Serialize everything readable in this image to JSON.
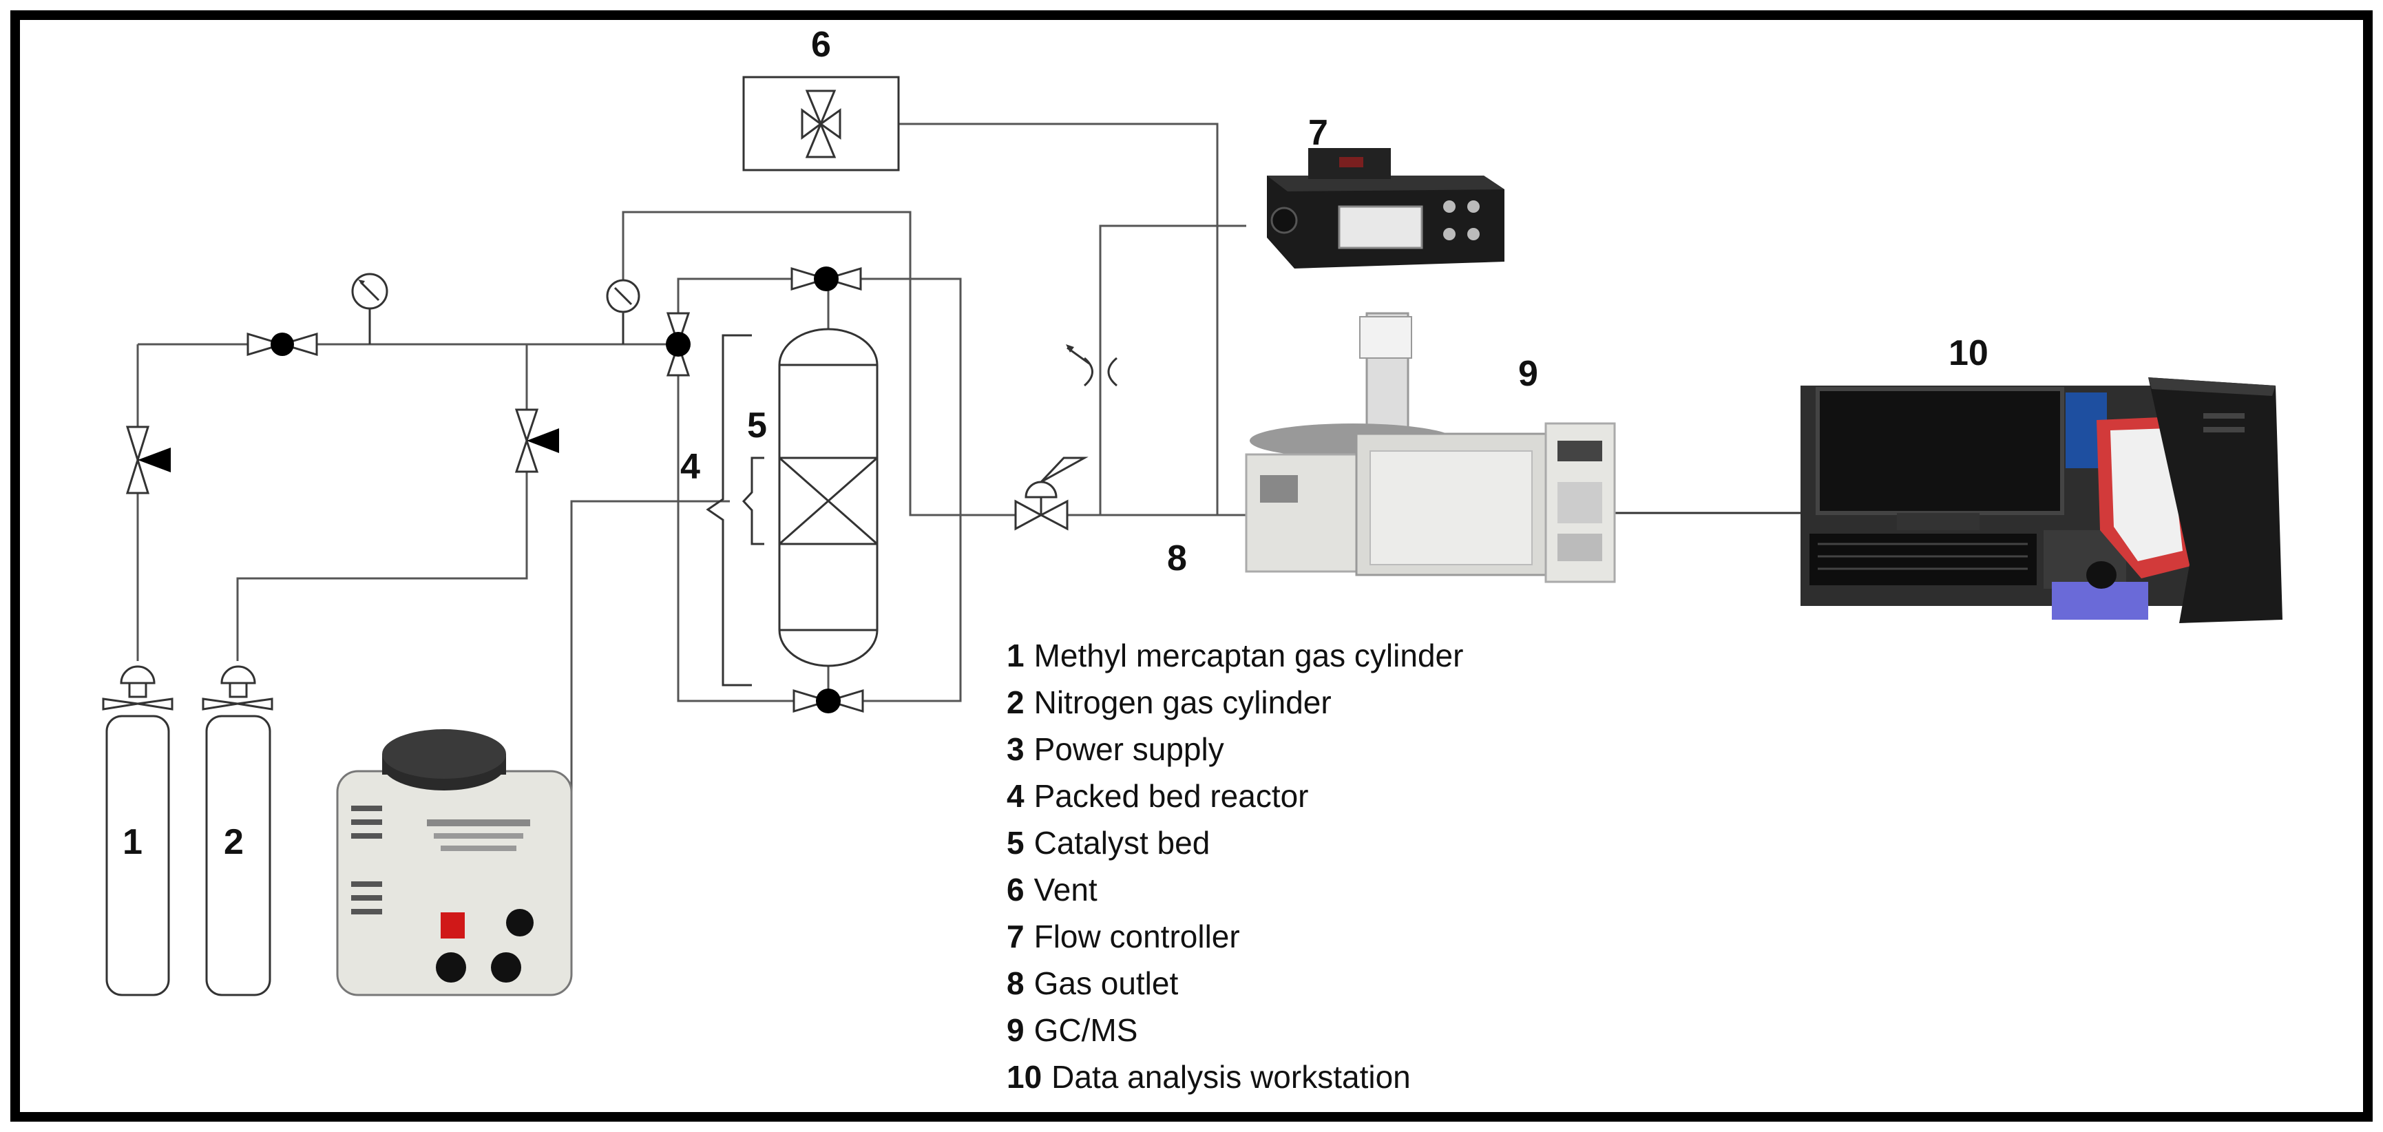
{
  "labels": {
    "cyl1": "1",
    "cyl2": "2",
    "reactor": "4",
    "catalyst": "5",
    "vent": "6",
    "flow_ctrl": "7",
    "outlet": "8",
    "gcms": "9",
    "workstation": "10"
  },
  "legend": [
    {
      "num": "1",
      "text": "Methyl mercaptan gas cylinder"
    },
    {
      "num": "2",
      "text": "Nitrogen gas cylinder"
    },
    {
      "num": "3",
      "text": "Power supply"
    },
    {
      "num": "4",
      "text": "Packed bed reactor"
    },
    {
      "num": "5",
      "text": "Catalyst bed"
    },
    {
      "num": "6",
      "text": "Vent"
    },
    {
      "num": "7",
      "text": "Flow controller"
    },
    {
      "num": "8",
      "text": "Gas outlet"
    },
    {
      "num": "9",
      "text": "GC/MS"
    },
    {
      "num": "10",
      "text": "Data analysis workstation"
    }
  ],
  "colors": {
    "frame": "#000000",
    "pipe": "#555555",
    "equipment_dark": "#1a1a1a",
    "equipment_light": "#e8e8e8",
    "monitor_accent": "#1e4fa0",
    "folder_red": "#d23a3a",
    "mousepad": "#6a6ad8"
  }
}
